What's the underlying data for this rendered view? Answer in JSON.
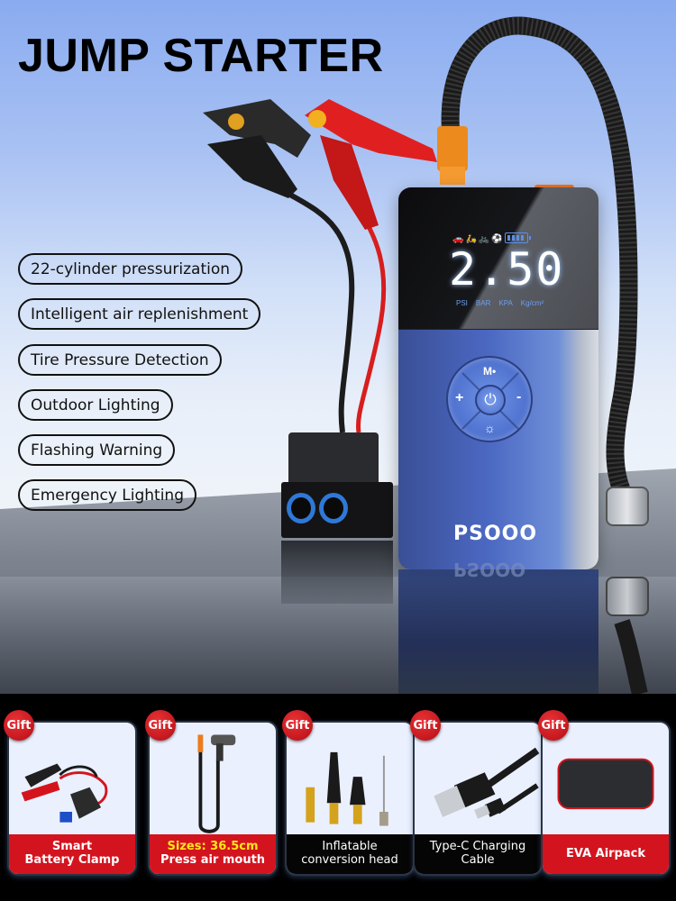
{
  "hero": {
    "title": "JUMP STARTER",
    "features": [
      "22-cylinder pressurization",
      "Intelligent air replenishment",
      "Tire Pressure Detection",
      "Outdoor Lighting",
      "Flashing Warning",
      "Emergency Lighting"
    ]
  },
  "device": {
    "lcd_mode_icons": "🚗🛵🚲⚽",
    "lcd_value": "2.50",
    "lcd_units": [
      "PSI",
      "BAR",
      "KPA",
      "Kg/cm²"
    ],
    "buttons": {
      "mode": "M•",
      "plus": "+",
      "minus": "-",
      "power": "⏻",
      "light": "☼"
    },
    "brand": "PSOOO",
    "colors": {
      "body": "#4b68c2",
      "lcd_text": "#ffffff",
      "lcd_accent": "#5b8fe8",
      "hose_collar": "#ec8a1e"
    }
  },
  "gifts": {
    "badge_label": "Gift",
    "items": [
      {
        "line1": "Smart",
        "line2": "Battery Clamp",
        "style": "red",
        "icon": "battery-clamp-icon"
      },
      {
        "line1": "Sizes:  36.5cm",
        "line2": "Press air mouth",
        "style": "red",
        "icon": "air-hose-icon",
        "line1_color": "#ffe51a"
      },
      {
        "line1": "Inflatable",
        "line2": "conversion head",
        "style": "black",
        "icon": "nozzle-set-icon"
      },
      {
        "line1": "Type-C Charging",
        "line2": "Cable",
        "style": "black",
        "icon": "usb-c-cable-icon"
      },
      {
        "line1": "EVA Airpack",
        "line2": "",
        "style": "red",
        "icon": "eva-case-icon"
      }
    ],
    "colors": {
      "red": "#d3141f",
      "black": "#050505",
      "card_bg": "#eaf0fd"
    }
  }
}
